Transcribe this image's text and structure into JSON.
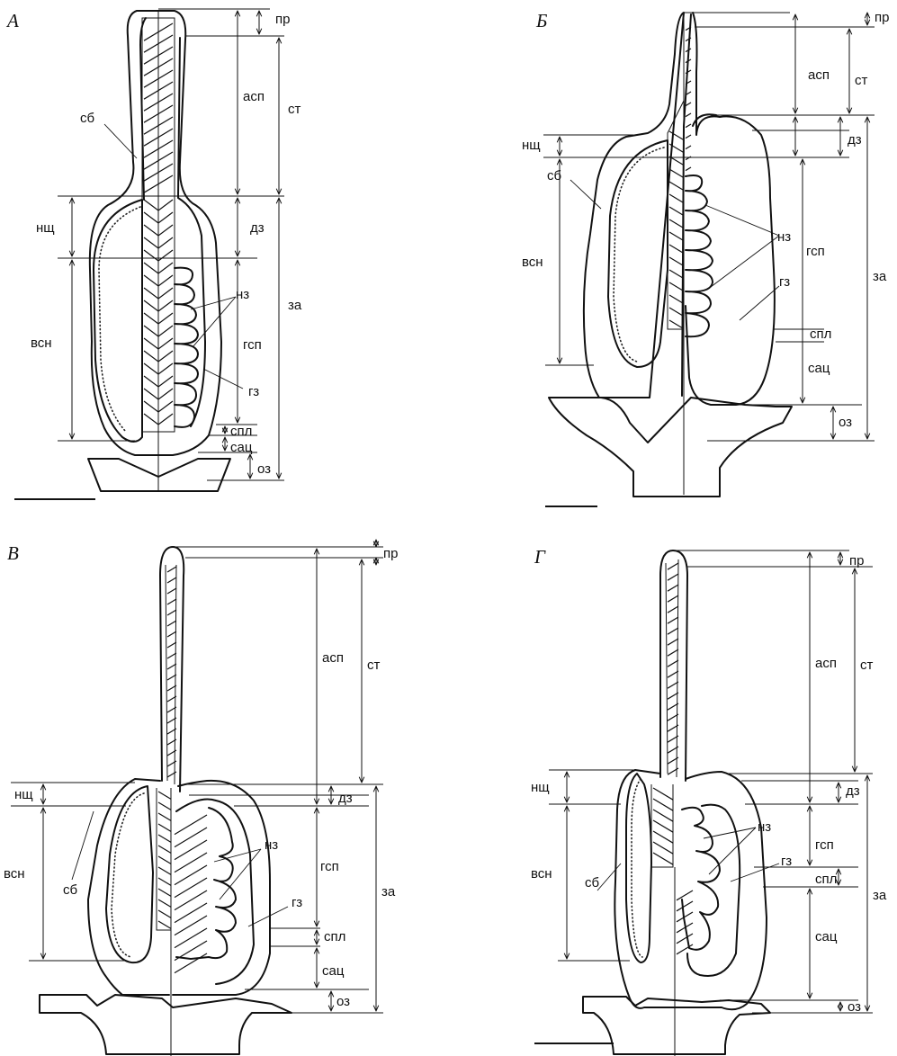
{
  "panels": [
    {
      "id": "A",
      "letter": "А",
      "labels": {
        "pr": "пр",
        "asp": "асп",
        "st": "ст",
        "sb": "сб",
        "nshch": "нщ",
        "dz": "дз",
        "za": "за",
        "nz": "нз",
        "vsn": "всн",
        "gsp": "гсп",
        "gz": "гз",
        "spl": "спл",
        "sats": "сац",
        "oz": "оз"
      }
    },
    {
      "id": "B",
      "letter": "Б",
      "labels": {
        "pr": "пр",
        "asp": "асп",
        "st": "ст",
        "dz": "дз",
        "nshch": "нщ",
        "sb": "сб",
        "nz": "нз",
        "vsn": "всн",
        "gsp": "гсп",
        "za": "за",
        "gz": "гз",
        "spl": "спл",
        "sats": "сац",
        "oz": "оз"
      }
    },
    {
      "id": "V",
      "letter": "В",
      "labels": {
        "pr": "пр",
        "asp": "асп",
        "st": "ст",
        "nshch": "нщ",
        "dz": "дз",
        "vsn": "всн",
        "sb": "сб",
        "nz": "нз",
        "gsp": "гсп",
        "za": "за",
        "gz": "гз",
        "spl": "спл",
        "sats": "сац",
        "oz": "оз"
      }
    },
    {
      "id": "G",
      "letter": "Г",
      "labels": {
        "pr": "пр",
        "asp": "асп",
        "st": "ст",
        "nshch": "нщ",
        "dz": "дз",
        "nz": "нз",
        "vsn": "всн",
        "sb": "сб",
        "gsp": "гсп",
        "gz": "гз",
        "za": "за",
        "spl": "спл",
        "sats": "сац",
        "oz": "оз"
      }
    }
  ]
}
